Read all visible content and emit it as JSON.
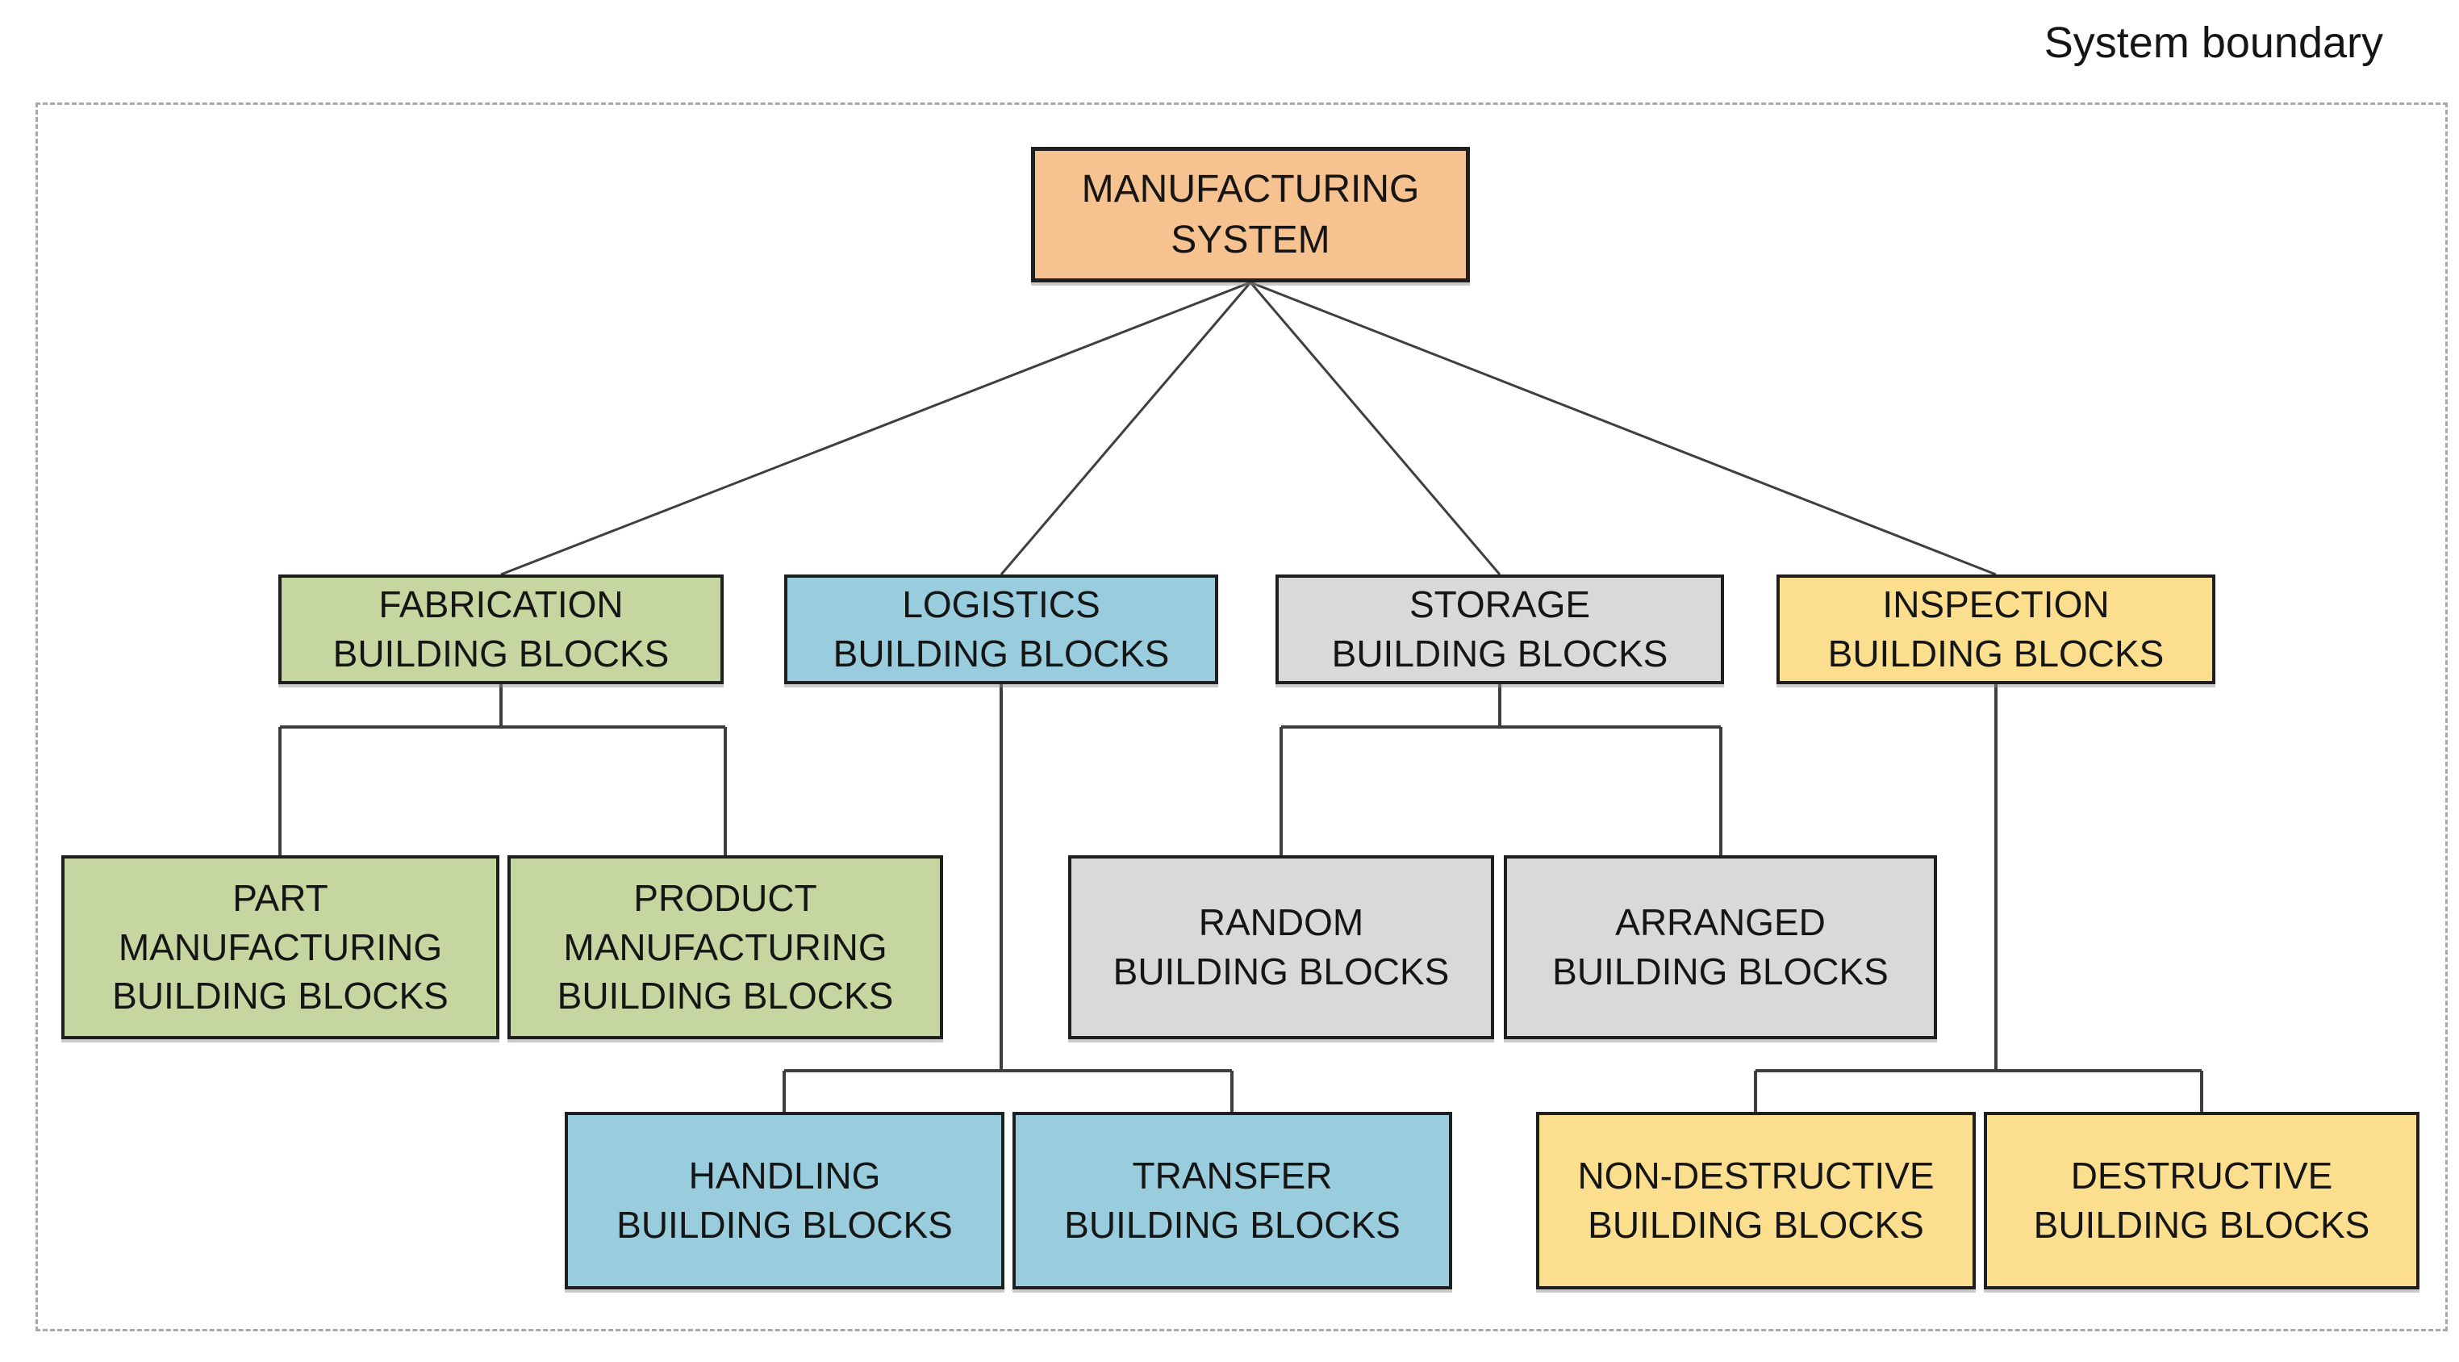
{
  "boundary": {
    "label": "System boundary"
  },
  "colors": {
    "root_fill": "#F6C28F",
    "fabrication_fill": "#C5D6A0",
    "logistics_fill": "#99CCDC",
    "storage_fill": "#D9D9D9",
    "inspection_fill": "#FCDF8E",
    "box_border": "#1F1F1F",
    "connector": "#3F3F3F",
    "boundary_dash": "#A9A9A9",
    "text": "#151515"
  },
  "nodes": {
    "root": {
      "label": "MANUFACTURING\nSYSTEM"
    },
    "fabrication": {
      "label": "FABRICATION\nBUILDING BLOCKS"
    },
    "logistics": {
      "label": "LOGISTICS\nBUILDING BLOCKS"
    },
    "storage": {
      "label": "STORAGE\nBUILDING BLOCKS"
    },
    "inspection": {
      "label": "INSPECTION\nBUILDING BLOCKS"
    },
    "part_manufacturing": {
      "label": "PART\nMANUFACTURING\nBUILDING BLOCKS"
    },
    "product_manufacturing": {
      "label": "PRODUCT\nMANUFACTURING\nBUILDING BLOCKS"
    },
    "random": {
      "label": "RANDOM\nBUILDING BLOCKS"
    },
    "arranged": {
      "label": "ARRANGED\nBUILDING BLOCKS"
    },
    "handling": {
      "label": "HANDLING\nBUILDING BLOCKS"
    },
    "transfer": {
      "label": "TRANSFER\nBUILDING BLOCKS"
    },
    "non_destructive": {
      "label": "NON-DESTRUCTIVE\nBUILDING BLOCKS"
    },
    "destructive": {
      "label": "DESTRUCTIVE\nBUILDING BLOCKS"
    }
  },
  "hierarchy": [
    {
      "parent": "MANUFACTURING SYSTEM",
      "children": [
        "FABRICATION BUILDING BLOCKS",
        "LOGISTICS BUILDING BLOCKS",
        "STORAGE BUILDING BLOCKS",
        "INSPECTION BUILDING BLOCKS"
      ]
    },
    {
      "parent": "FABRICATION BUILDING BLOCKS",
      "children": [
        "PART MANUFACTURING BUILDING BLOCKS",
        "PRODUCT MANUFACTURING BUILDING BLOCKS"
      ]
    },
    {
      "parent": "LOGISTICS BUILDING BLOCKS",
      "children": [
        "HANDLING BUILDING BLOCKS",
        "TRANSFER BUILDING BLOCKS"
      ]
    },
    {
      "parent": "STORAGE BUILDING BLOCKS",
      "children": [
        "RANDOM BUILDING BLOCKS",
        "ARRANGED BUILDING BLOCKS"
      ]
    },
    {
      "parent": "INSPECTION BUILDING BLOCKS",
      "children": [
        "NON-DESTRUCTIVE BUILDING BLOCKS",
        "DESTRUCTIVE BUILDING BLOCKS"
      ]
    }
  ]
}
